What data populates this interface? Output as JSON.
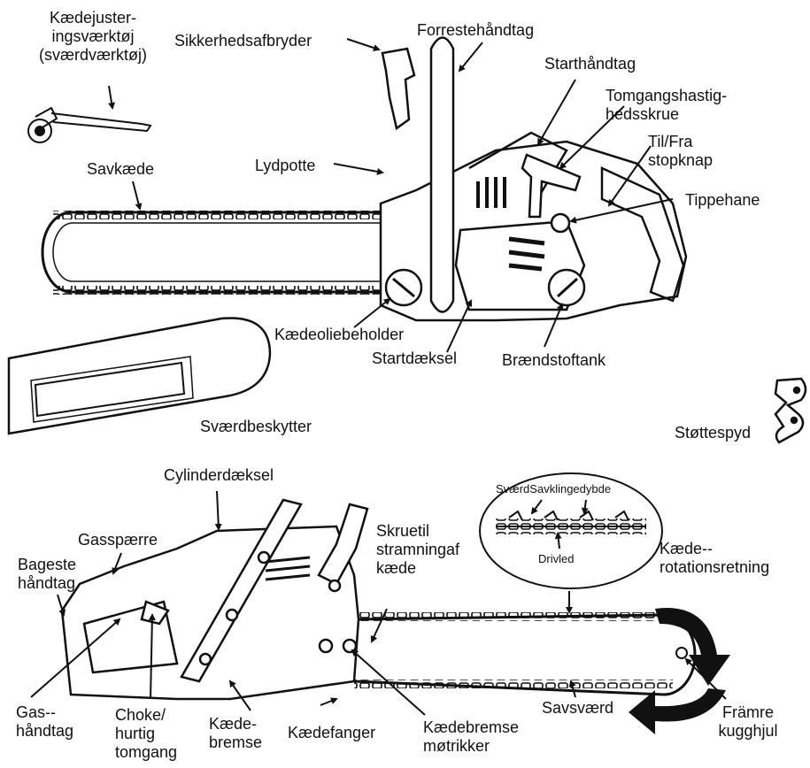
{
  "labels": {
    "chain_tool": "Kædejuster-\ningsværktøj\n(sværdværktøj)",
    "safety_switch": "Sikkerhedsafbryder",
    "front_handle": "Forrestehåndtag",
    "start_handle": "Starthåndtag",
    "idle_screw": "Tomgangshastig-\nhedsskrue",
    "on_off": "Til/Fra\nstopknap",
    "primer": "Tippehane",
    "chain": "Savkæde",
    "muffler": "Lydpotte",
    "oil_holder": "Kædeoliebeholder",
    "starter_cover": "Startdæksel",
    "fuel_tank": "Brændstoftank",
    "bar_guard": "Sværdbeskytter",
    "spike": "Støttespyd",
    "cylinder_cover": "Cylinderdæksel",
    "throttle_lock": "Gasspærre",
    "rear_handle": "Bageste\nhåndtag",
    "tension_screw": "Skruetil\nstramningaf\nkæde",
    "inset_top": "SværdSavklingedybde",
    "drive_link": "Drivled",
    "rotation": "Kæde--\nrotationsretning",
    "throttle": "Gas--\nhåndtag",
    "choke": "Choke/\nhurtig\ntomgang",
    "chain_brake": "Kæde-\nbremse",
    "chain_catcher": "Kædefanger",
    "brake_nuts": "Kædebremse\nmøtrikker",
    "bar": "Savsværd",
    "sprocket": "Främre\nkugghjul"
  }
}
